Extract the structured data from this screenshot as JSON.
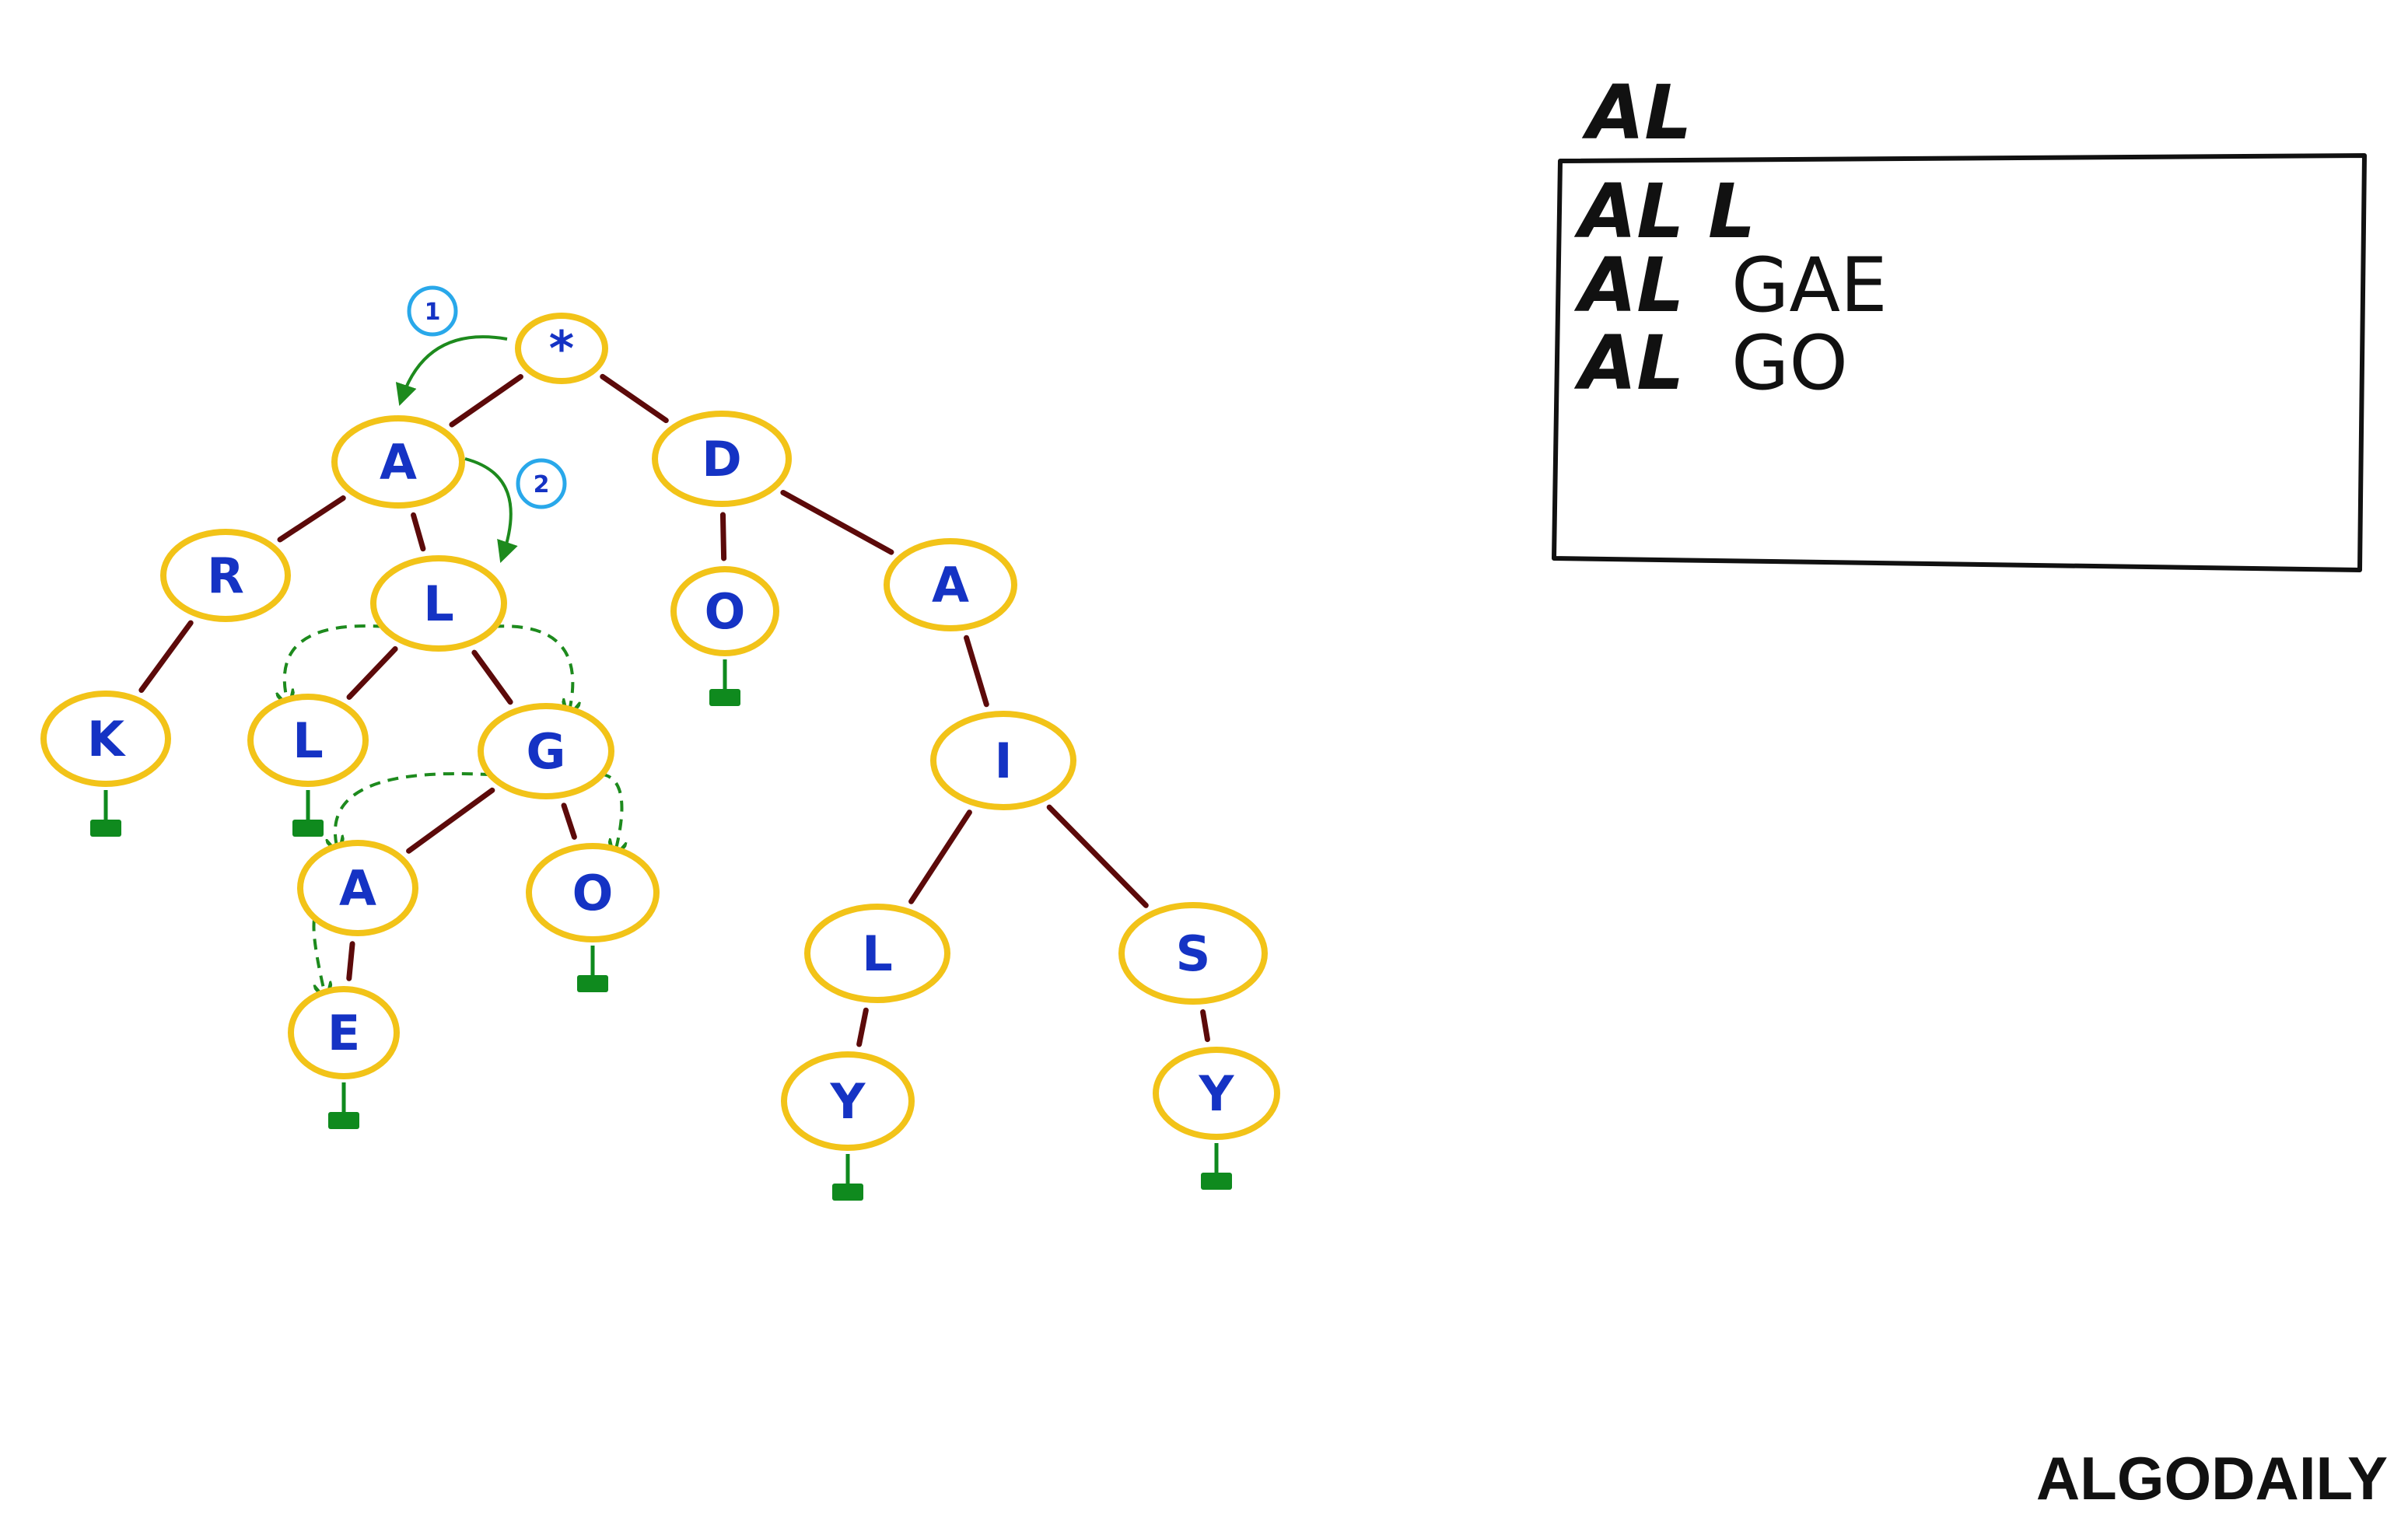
{
  "colors": {
    "node_fill": "#ffffff",
    "node_stroke": "#f2c318",
    "letter": "#1533c4",
    "edge": "#5c0a0a",
    "traversal": "#1d8a1d",
    "terminal": "#0f8a1e",
    "step_badge": "#29a8ea",
    "ink": "#111111"
  },
  "trie": {
    "nodes": [
      {
        "id": "root",
        "label": "*"
      },
      {
        "id": "a1",
        "label": "A"
      },
      {
        "id": "d1",
        "label": "D"
      },
      {
        "id": "r1",
        "label": "R"
      },
      {
        "id": "l1",
        "label": "L"
      },
      {
        "id": "o1",
        "label": "O"
      },
      {
        "id": "a3",
        "label": "A"
      },
      {
        "id": "k1",
        "label": "K"
      },
      {
        "id": "l2",
        "label": "L"
      },
      {
        "id": "g1",
        "label": "G"
      },
      {
        "id": "i1",
        "label": "I"
      },
      {
        "id": "a2",
        "label": "A"
      },
      {
        "id": "o2",
        "label": "O"
      },
      {
        "id": "l3",
        "label": "L"
      },
      {
        "id": "s1",
        "label": "S"
      },
      {
        "id": "e1",
        "label": "E"
      },
      {
        "id": "y1",
        "label": "Y"
      },
      {
        "id": "y2",
        "label": "Y"
      }
    ],
    "edges": [
      [
        "root",
        "a1"
      ],
      [
        "root",
        "d1"
      ],
      [
        "a1",
        "r1"
      ],
      [
        "a1",
        "l1"
      ],
      [
        "r1",
        "k1"
      ],
      [
        "l1",
        "l2"
      ],
      [
        "l1",
        "g1"
      ],
      [
        "g1",
        "a2"
      ],
      [
        "g1",
        "o2"
      ],
      [
        "a2",
        "e1"
      ],
      [
        "d1",
        "o1"
      ],
      [
        "d1",
        "a3"
      ],
      [
        "a3",
        "i1"
      ],
      [
        "i1",
        "l3"
      ],
      [
        "i1",
        "s1"
      ],
      [
        "l3",
        "y1"
      ],
      [
        "s1",
        "y2"
      ]
    ],
    "word_ends": [
      "k1",
      "l2",
      "e1",
      "o2",
      "o1",
      "y1",
      "y2"
    ],
    "steps": [
      {
        "label": "1",
        "from": "root",
        "to": "a1"
      },
      {
        "label": "2",
        "from": "a1",
        "to": "l1"
      }
    ],
    "dashed_traversals": [
      [
        "l1",
        "l2"
      ],
      [
        "l1",
        "g1"
      ],
      [
        "g1",
        "a2"
      ],
      [
        "g1",
        "o2"
      ],
      [
        "a2",
        "e1"
      ]
    ]
  },
  "panel": {
    "query": "AL",
    "results": [
      {
        "prefix": "AL",
        "rest": "L"
      },
      {
        "prefix": "AL",
        "rest": "GAE"
      },
      {
        "prefix": "AL",
        "rest": "GO"
      }
    ]
  },
  "brand": "ALGODAILY"
}
